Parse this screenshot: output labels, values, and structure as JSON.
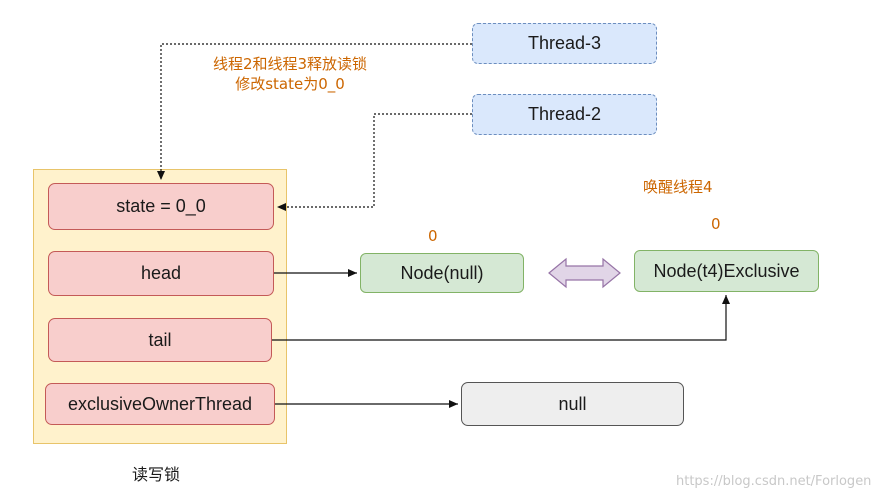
{
  "lock": {
    "caption": "读写锁",
    "fields": {
      "state": "state = 0_0",
      "head": "head",
      "tail": "tail",
      "owner": "exclusiveOwnerThread"
    }
  },
  "threads": {
    "thread3": "Thread-3",
    "thread2": "Thread-2"
  },
  "annotations": {
    "release_line1": "线程2和线程3释放读锁",
    "release_line2": "修改state为0_0",
    "wake": "唤醒线程4",
    "head_node_state": "0",
    "t4_node_state": "0"
  },
  "nodes": {
    "head_node": "Node(null)",
    "t4_node": "Node(t4)Exclusive",
    "null_box": "null"
  },
  "watermark": "https://blog.csdn.net/Forlogen",
  "colors": {
    "field_fill": "#f8cecc",
    "thread_fill": "#dae8fc",
    "node_fill": "#d5e8d4",
    "lock_fill": "#fff2cc",
    "annotation_text": "#cc6600",
    "double_arrow_fill": "#e1d5e7"
  }
}
